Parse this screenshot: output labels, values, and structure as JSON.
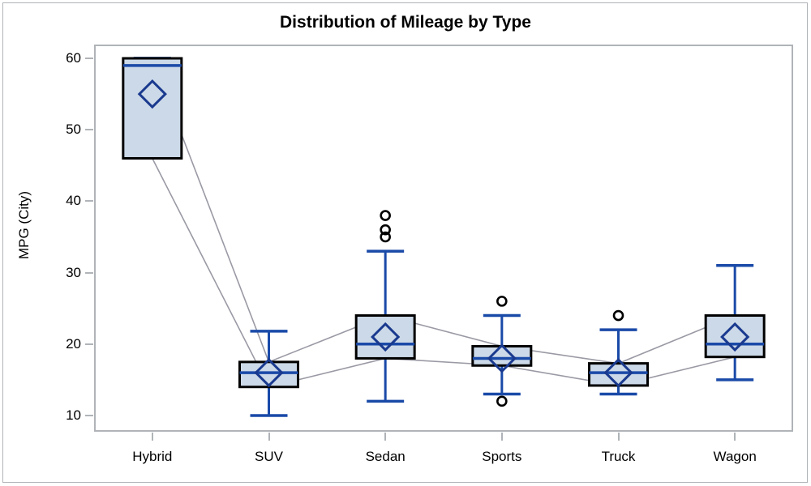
{
  "chart_data": {
    "type": "box",
    "title": "Distribution of Mileage by Type",
    "xlabel": "",
    "ylabel": "MPG (City)",
    "categories": [
      "Hybrid",
      "SUV",
      "Sedan",
      "Sports",
      "Truck",
      "Wagon"
    ],
    "ylim": [
      7,
      62
    ],
    "yticks": [
      10,
      20,
      30,
      40,
      50,
      60
    ],
    "ytick_labels": [
      "10",
      "20",
      "30",
      "40",
      "50",
      "60"
    ],
    "grid": false,
    "legend": "none",
    "series": [
      {
        "name": "Hybrid",
        "min": 60,
        "q1": 46,
        "median": 59,
        "q3": 60,
        "max": 60,
        "mean": 55,
        "outliers": []
      },
      {
        "name": "SUV",
        "min": 10,
        "q1": 14,
        "median": 16,
        "q3": 17.5,
        "max": 21.8,
        "mean": 16,
        "outliers": []
      },
      {
        "name": "Sedan",
        "min": 12,
        "q1": 18,
        "median": 20,
        "q3": 24,
        "max": 33,
        "mean": 21,
        "outliers": [
          38,
          36,
          35
        ]
      },
      {
        "name": "Sports",
        "min": 13,
        "q1": 17,
        "median": 18,
        "q3": 19.7,
        "max": 24,
        "mean": 18,
        "outliers": [
          26,
          12
        ]
      },
      {
        "name": "Truck",
        "min": 13,
        "q1": 14.2,
        "median": 16,
        "q3": 17.3,
        "max": 22,
        "mean": 16,
        "outliers": [
          24
        ]
      },
      {
        "name": "Wagon",
        "min": 15,
        "q1": 18.2,
        "median": 20,
        "q3": 24,
        "max": 31,
        "mean": 21,
        "outliers": []
      }
    ],
    "connect_lines": [
      "q3",
      "q1"
    ],
    "colors": {
      "box_fill": "#ccd9e8",
      "box_border": "#000000",
      "median": "#1a4aa8",
      "whisker": "#1a4aa8",
      "mean_marker": "#1a3a8f",
      "outlier": "#000000",
      "connector": "#9a9aa5",
      "axis": "#b0b4b8",
      "text": "#000000",
      "background": "#ffffff"
    }
  }
}
